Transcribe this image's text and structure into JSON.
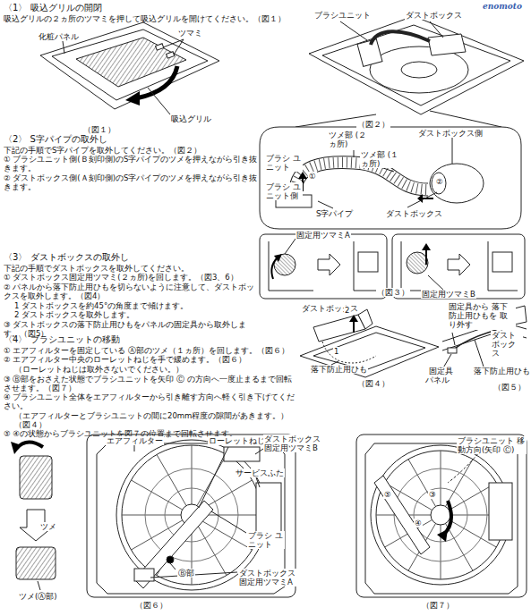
{
  "diagram": {
    "labels": [
      "〈1〉 吸込グリルの開閉",
      "吸込グリルの２ヵ所のツマミを押して吸込グリルを開けてください。（図１）",
      "化粧パネル",
      "ツマミ",
      "吸込グリル",
      "（図１）",
      "ブラシユニット",
      "ダストボックス",
      "（図２）",
      "〈2〉 S字パイプの取外し",
      "下記の手順でS字パイプを取外してください。（図２）",
      "① ブラシユニット側(Ｂ刻印側)のS字パイプのツメを押えながら引き抜きます。",
      "② ダストボックス側(Ａ刻印側)のS字パイプのツメを押えながら引き抜きます。",
      "ツメ部 (２ヵ所)",
      "ダストボックス側",
      "ツメ部 (１ヵ所)",
      "ブラシ ユニット",
      "①",
      "ブラシ ユニット側",
      "S字パイプ",
      "ダストボックス",
      "②",
      "〈3〉 ダストボックスの取外し",
      "下記の手順でダストボックスを取外してください。",
      "① ダストボックス固定用ツマミ(２ヵ所)を回します。（図3、6）",
      "② パネルから落下防止用ひもを切らないように注意して、ダストボックスを取外します。（図4）",
      "1 ダストボックスを約45°の角度まで傾けます。",
      "2 ダストボックスを取外します。",
      "③ ダストボックスの落下防止用ひもをパネルの固定具から取外します。（図5）",
      "固定用ツマミA",
      "（図３）",
      "固定用ツマミB",
      "ダストボックス",
      "2",
      "1",
      "落下防止用ひも",
      "（図４）",
      "固定具から 落下防止用ひもを 取り外す",
      "ダスト ボックス",
      "パネル",
      "固定具",
      "落下防止用ひも",
      "（図５）",
      "〈4〉 ブラシユニットの移動",
      "① エアフィルターを固定している Ⓐ部のツメ（１ヵ所）を回します。（図６）",
      "② エアフィルター中央のローレットねじを手で緩めます。（図６）",
      "（ローレットねじは取外さないでください。）",
      "③ Ⓑ部をおさえた状態でブラシユニットを矢印 Ⓒ の方向へ一度止まるまで回転させます。（図７）",
      "④ ブラシユニット全体をエアフィルターから引き離す方向へ軽く引き下げてください。",
      "（エアフィルターとブラシユニットの間に20mm程度の隙間があきます。）（図４）",
      "⑤ ④の状態からブラシユニットを図７の位置まで回転させます。",
      "エアフィルター",
      "ローレットねじ",
      "ダストボックス 固定用ツマミB",
      "サービスふた",
      "ブラシ ユニット",
      "ダストボックス 固定用ツマミA",
      "ツメ",
      "ツメ(Ⓐ部)",
      "Ⓑ部",
      "（図６）",
      "ブラシユニット 移動方向(矢印 Ⓒ)",
      "⑤",
      "③",
      "④",
      "（図７）",
      "enomoto"
    ]
  }
}
